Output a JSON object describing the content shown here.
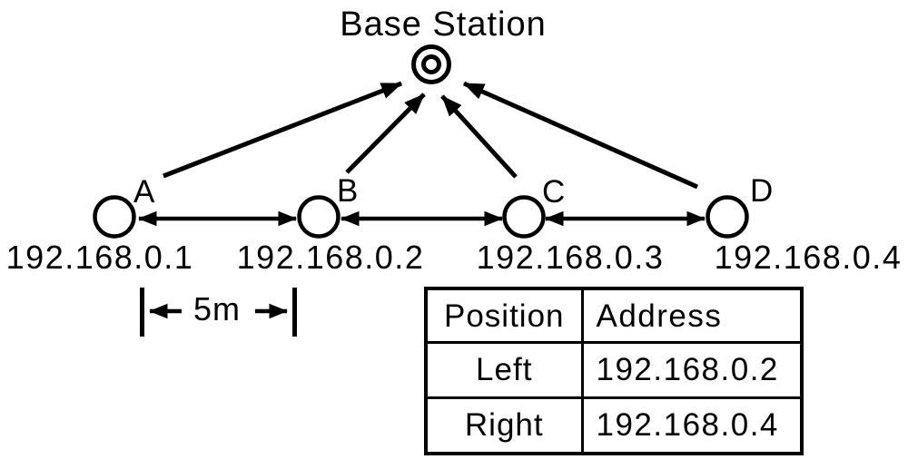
{
  "diagram": {
    "title": "Base Station",
    "distance_label": "5m",
    "nodes": [
      {
        "label": "A",
        "address": "192.168.0.1"
      },
      {
        "label": "B",
        "address": "192.168.0.2"
      },
      {
        "label": "C",
        "address": "192.168.0.3"
      },
      {
        "label": "D",
        "address": "192.168.0.4"
      }
    ]
  },
  "table": {
    "headers": [
      "Position",
      "Address"
    ],
    "rows": [
      [
        "Left",
        "192.168.0.2"
      ],
      [
        "Right",
        "192.168.0.4"
      ]
    ]
  },
  "colors": {
    "foreground": "#000000",
    "background": "#ffffff"
  }
}
